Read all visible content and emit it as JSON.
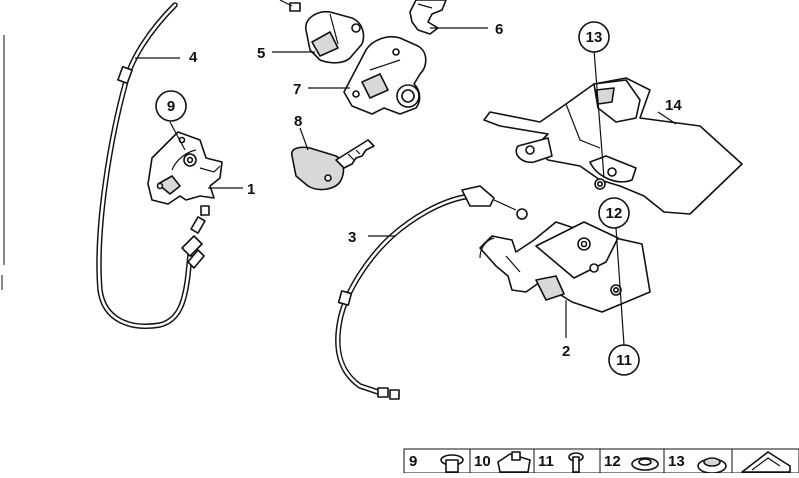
{
  "diagram": {
    "part_labels": [
      {
        "id": "1",
        "text": "1"
      },
      {
        "id": "2",
        "text": "2"
      },
      {
        "id": "3",
        "text": "3"
      },
      {
        "id": "4",
        "text": "4"
      },
      {
        "id": "5",
        "text": "5"
      },
      {
        "id": "6",
        "text": "6"
      },
      {
        "id": "7",
        "text": "7"
      },
      {
        "id": "8",
        "text": "8"
      },
      {
        "id": "14",
        "text": "14"
      }
    ],
    "circled_labels": [
      {
        "id": "9",
        "text": "9"
      },
      {
        "id": "13",
        "text": "13"
      },
      {
        "id": "12",
        "text": "12"
      },
      {
        "id": "11",
        "text": "11"
      }
    ],
    "legend_strip": [
      "9",
      "10",
      "11",
      "12",
      "13"
    ]
  }
}
